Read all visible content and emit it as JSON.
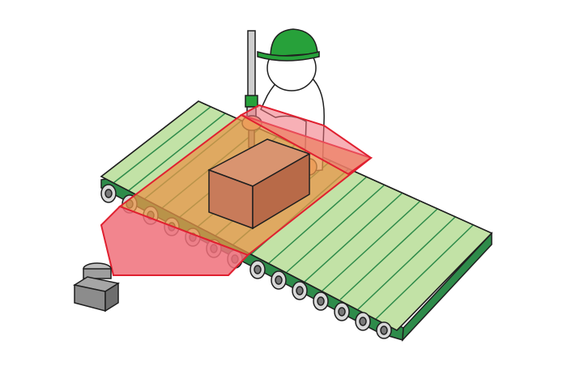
{
  "title": "",
  "components": {
    "conveyor": "conveyor-belt",
    "rollers": "conveyor-rollers",
    "box": "workpiece-box",
    "worker": "worker",
    "hat": "safety-helmet",
    "tool": "screwdriver-tool",
    "sensor": "area-sensor",
    "zone_top": "detection-zone-top",
    "zone_side": "detection-zone-side"
  },
  "colors": {
    "belt_slat": "#c2e2a6",
    "belt_slat_dark": "#a9d08d",
    "belt_edge": "#2e8b4a",
    "roller_body": "#2e8b4a",
    "roller": "#d9d9d9",
    "roller_rim": "#444444",
    "zone_fill": "#f0707a",
    "zone_stroke": "#e02030",
    "zone_over_belt": "#e8954a",
    "box_front": "#c87b5a",
    "box_top": "#d99470",
    "hat": "#27a13a",
    "skin": "#f2b98e",
    "sensor": "#8c8c8c"
  }
}
